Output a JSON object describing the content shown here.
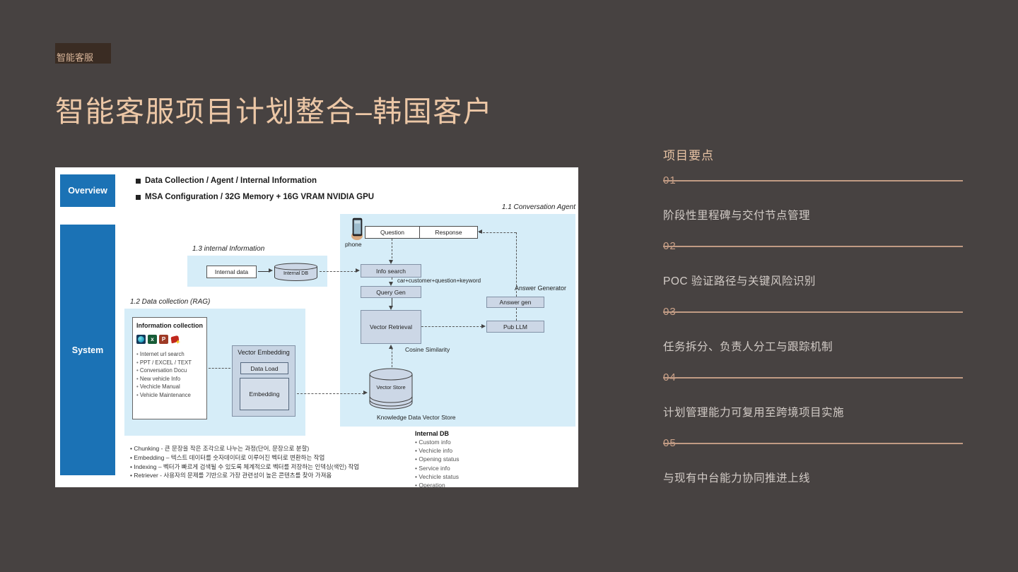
{
  "slide": {
    "tag_label": "智能客服",
    "title": "智能客服项目计划整合–韩国客户"
  },
  "key_points": {
    "heading": "项目要点",
    "items": [
      {
        "num": "01",
        "text": "阶段性里程碑与交付节点管理"
      },
      {
        "num": "02",
        "text": "POC 验证路径与关键风险识别"
      },
      {
        "num": "03",
        "text": "任务拆分、负责人分工与跟踪机制"
      },
      {
        "num": "04",
        "text": "计划管理能力可复用至跨境项目实施"
      },
      {
        "num": "05",
        "text": "与现有中台能力协同推进上线"
      }
    ]
  },
  "diagram": {
    "overview": {
      "label": "Overview",
      "bullets": [
        "Data Collection / Agent / Internal Information",
        "MSA Configuration / 32G Memory + 16G VRAM NVIDIA GPU"
      ]
    },
    "system_label": "System",
    "section_11": "1.1 Conversation Agent",
    "section_12": "1.2 Data collection (RAG)",
    "section_13": "1.3 internal Information",
    "nodes": {
      "phone": "phone",
      "question": "Question",
      "response": "Response",
      "info_search": "Info search",
      "query_gen": "Query Gen",
      "vector_retrieval": "Vector Retrieval",
      "answer_gen": "Answer gen",
      "pub_llm": "Pub LLM",
      "vector_store": "Vector Store",
      "internal_data": "Internal data",
      "internal_db": "Internal DB",
      "vector_embedding": "Vector Embedding",
      "data_load": "Data Load",
      "embedding": "Embedding"
    },
    "labels": {
      "keyword_flow": "car+customer+question+keyword",
      "answer_generator": "Answer Generator",
      "cosine_similarity": "Cosine Similarity",
      "knowledge_store": "Knowledge Data Vector Store"
    },
    "information_collection": {
      "title": "Information collection",
      "items": [
        "Internet url search",
        "PPT / EXCEL / TEXT",
        "Conversation Docu",
        "New vehicle Info",
        "Vechicle Manual",
        "Vehicle Maintenance"
      ]
    },
    "internal_db_detail": {
      "title": "Internal DB",
      "items": [
        "Custom info",
        "Vechicle info",
        "Opening status",
        "Service info",
        "Vechicle status",
        "Operation"
      ]
    },
    "glossary": [
      "Chunking - 큰 문장을 작은 조각으로 나누는 과정(단어, 문장으로 분할)",
      "Embedding – 텍스트 데이터를 숫자데이터로 이루어진 벡터로 변환하는 작업",
      "Indexing – 벡터가 빠르게 검색될 수 있도록 체계적으로 벡터를 저장하는 인덱싱(색인) 작업",
      "Retriever - 사용자의 문제를 기반으로 가장 관련성이 높은 콘텐츠를 찾아 가져옴"
    ]
  },
  "colors": {
    "background": "#474241",
    "tag_background": "#3a2c23",
    "accent_tan": "#ecc7a6",
    "line_tan": "#c19b84",
    "blue": "#1b72b5",
    "panel_blue": "#d6edf8",
    "node_fill": "#ccd7e6"
  }
}
